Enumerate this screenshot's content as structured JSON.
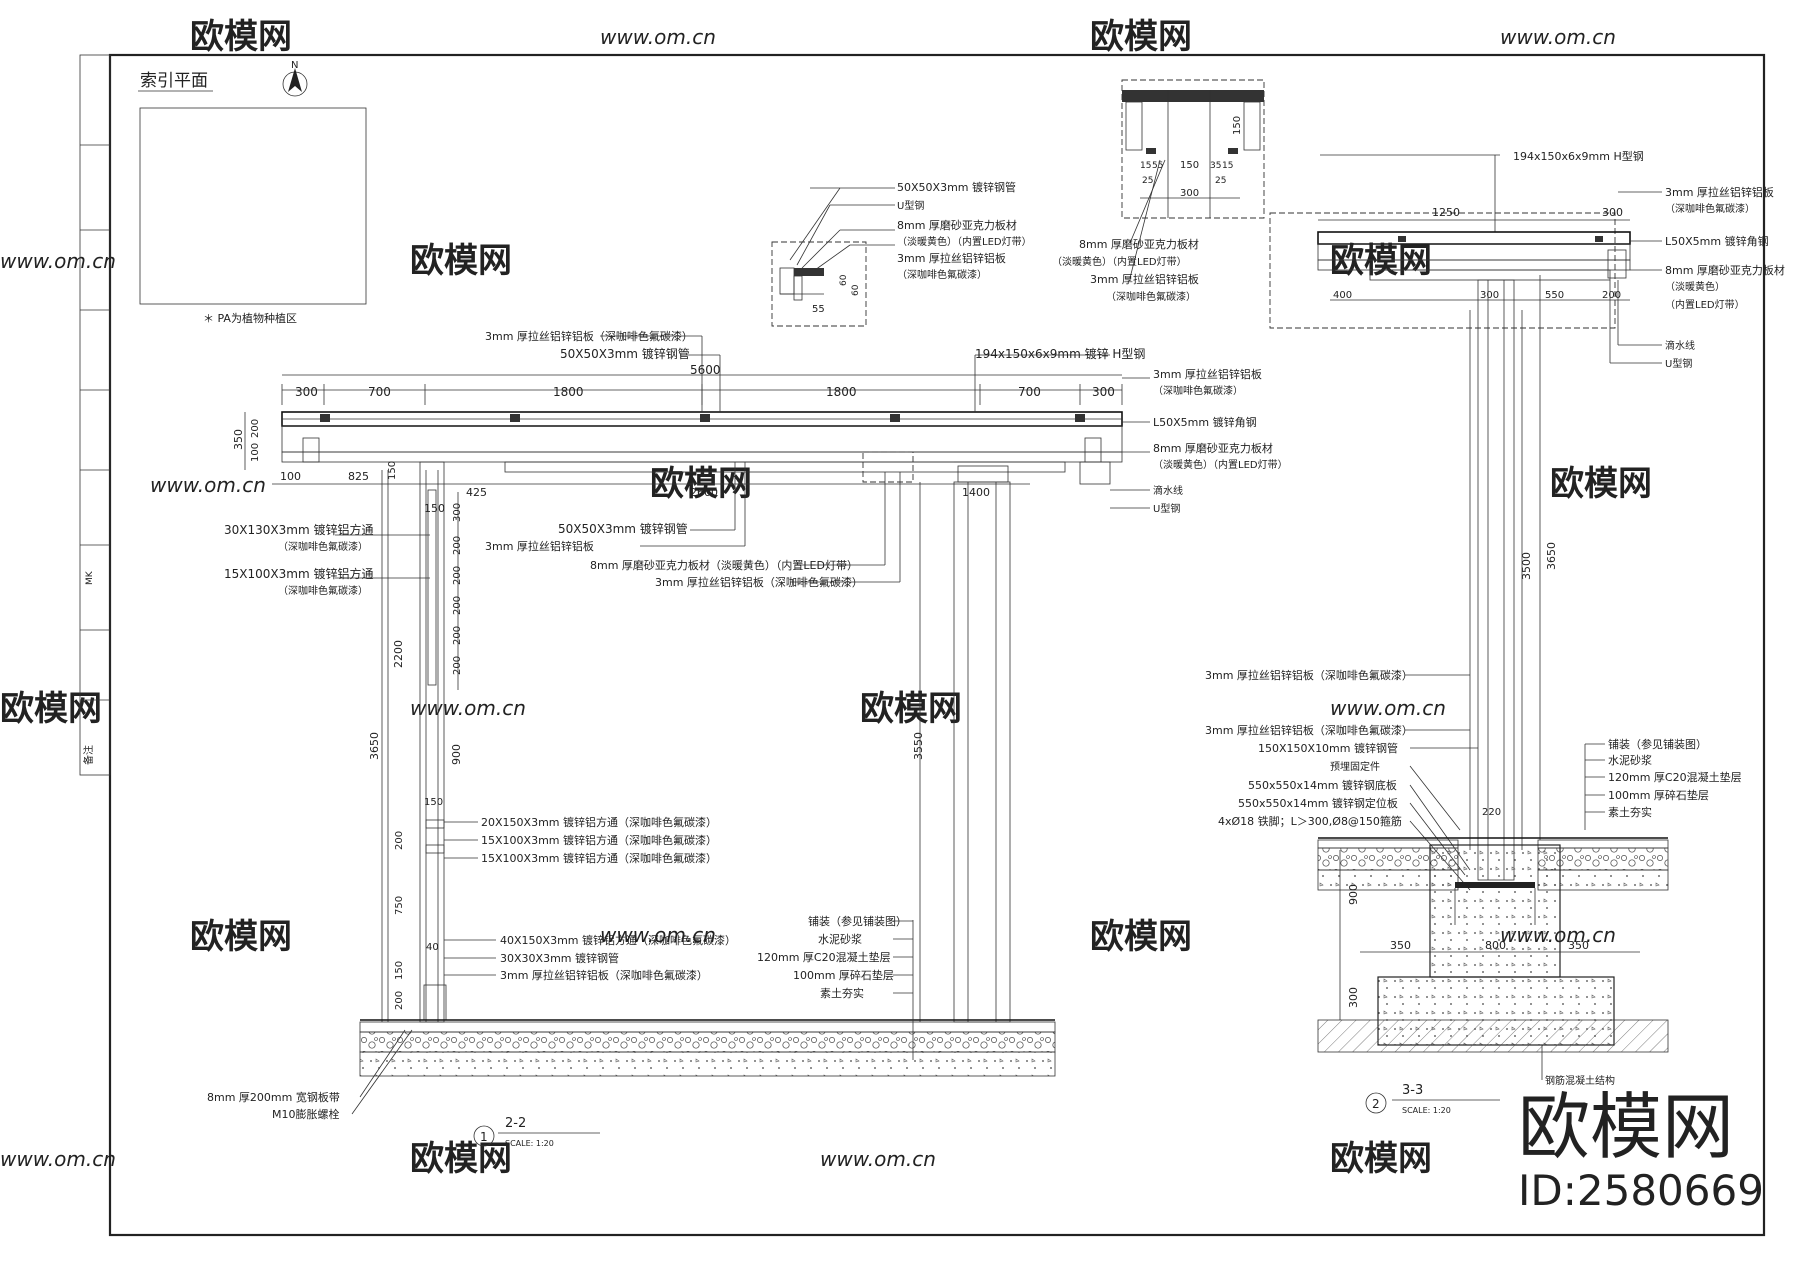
{
  "index_plan": {
    "title": "索引平面",
    "north": "N",
    "note": "＊ PA为植物种植区"
  },
  "section_2_2": {
    "label": "2-2",
    "number": "1",
    "scale": "SCALE:  1:20",
    "dims_top": [
      "300",
      "700",
      "1800",
      "1800",
      "700",
      "300"
    ],
    "dim_total": "5600",
    "dims_left": [
      "350",
      "200",
      "100",
      "100"
    ],
    "dims_misc": [
      "825",
      "150",
      "425",
      "2600",
      "1400",
      "150",
      "300",
      "200",
      "200",
      "200",
      "200",
      "200",
      "2200",
      "900",
      "3650",
      "3550",
      "150",
      "200",
      "750",
      "40",
      "150",
      "200"
    ],
    "labels": {
      "alu_top": "3mm 厚拉丝铝锌铝板（深咖啡色氟碳漆）",
      "pipe_top": "50X50X3mm 镀锌钢管",
      "h_steel": "194x150x6x9mm 镀锌 H型钢",
      "alu_right": "3mm 厚拉丝铝锌铝板",
      "alu_right_sub": "（深咖啡色氟碳漆）",
      "angle": "L50X5mm 镀锌角钢",
      "acrylic": "8mm 厚磨砂亚克力板材",
      "acrylic_sub": "（淡暖黄色）（内置LED灯带）",
      "drip": "滴水线",
      "u_steel": "U型钢",
      "tube_30x130": "30X130X3mm 镀锌铝方通",
      "tube_30x130_sub": "（深咖啡色氟碳漆）",
      "tube_15x100": "15X100X3mm 镀锌铝方通",
      "tube_15x100_sub": "（深咖啡色氟碳漆）",
      "pipe_mid": "50X50X3mm 镀锌钢管",
      "alu_mid": "3mm 厚拉丝铝锌铝板",
      "acrylic_mid": "8mm 厚磨砂亚克力板材（淡暖黄色）（内置LED灯带）",
      "alu_mid2": "3mm 厚拉丝铝锌铝板（深咖啡色氟碳漆）",
      "tube_20x150": "20X150X3mm 镀锌铝方通（深咖啡色氟碳漆）",
      "tube_15x100_a": "15X100X3mm 镀锌铝方通（深咖啡色氟碳漆）",
      "tube_15x100_b": "15X100X3mm 镀锌铝方通（深咖啡色氟碳漆）",
      "tube_40x150": "40X150X3mm 镀锌铝方通（深咖啡色氟碳漆）",
      "pipe_30x30": "30X30X3mm 镀锌钢管",
      "alu_bottom": "3mm 厚拉丝铝锌铝板（深咖啡色氟碳漆）",
      "paving": "铺装（参见铺装图）",
      "mortar": "水泥砂浆",
      "concrete": "120mm 厚C20混凝土垫层",
      "gravel": "100mm 厚碎石垫层",
      "soil": "素土夯实",
      "plate": "8mm 厚200mm 宽钢板带",
      "bolt": "M10膨胀螺栓"
    }
  },
  "detail_small": {
    "dims": [
      "60",
      "60",
      "55"
    ],
    "labels": {
      "pipe": "50X50X3mm 镀锌钢管",
      "u_steel": "U型钢",
      "acrylic": "8mm 厚磨砂亚克力板材",
      "acrylic_sub": "（淡暖黄色）（内置LED灯带）",
      "alu": "3mm 厚拉丝铝锌铝板",
      "alu_sub": "（深咖啡色氟碳漆）"
    }
  },
  "detail_top": {
    "dims": [
      "150",
      "150",
      "300",
      "15",
      "55",
      "35",
      "15",
      "25",
      "25"
    ],
    "labels": {
      "acrylic": "8mm 厚磨砂亚克力板材",
      "acrylic_sub": "（淡暖黄色）（内置LED灯带）",
      "alu": "3mm 厚拉丝铝锌铝板",
      "alu_sub": "（深咖啡色氟碳漆）"
    }
  },
  "section_3_3": {
    "label": "3-3",
    "number": "2",
    "scale": "SCALE:  1:20",
    "dims": [
      "1250",
      "300",
      "400",
      "300",
      "550",
      "200",
      "3500",
      "3650",
      "220",
      "900",
      "350",
      "800",
      "350",
      "300"
    ],
    "labels": {
      "h_steel": "194x150x6x9mm H型钢",
      "alu": "3mm 厚拉丝铝锌铝板",
      "alu_sub": "（深咖啡色氟碳漆）",
      "angle": "L50X5mm 镀锌角钢",
      "acrylic": "8mm 厚磨砂亚克力板材",
      "acrylic_sub1": "（淡暖黄色）",
      "acrylic_sub2": "（内置LED灯带）",
      "drip": "滴水线",
      "u_steel": "U型钢",
      "alu_col": "3mm 厚拉丝铝锌铝板（深咖啡色氟碳漆）",
      "alu_col2": "3mm 厚拉丝铝锌铝板（深咖啡色氟碳漆）",
      "steel_pipe": "150X150X10mm 镀锌钢管",
      "fixing": "预埋固定件",
      "base_plate": "550x550x14mm 镀锌钢底板",
      "pos_plate": "550x550x14mm 镀锌钢定位板",
      "anchor": "4xØ18 铁脚；L＞300,Ø8@150箍筋",
      "rc": "钢筋混凝土结构",
      "paving": "铺装（参见铺装图）",
      "mortar": "水泥砂浆",
      "concrete": "120mm 厚C20混凝土垫层",
      "gravel": "100mm 厚碎石垫层",
      "soil": "素土夯实"
    }
  },
  "watermark": {
    "brand": "欧模网",
    "url": "www.om.cn",
    "id": "ID:2580669"
  },
  "title_strip": [
    "备注",
    "MK"
  ]
}
